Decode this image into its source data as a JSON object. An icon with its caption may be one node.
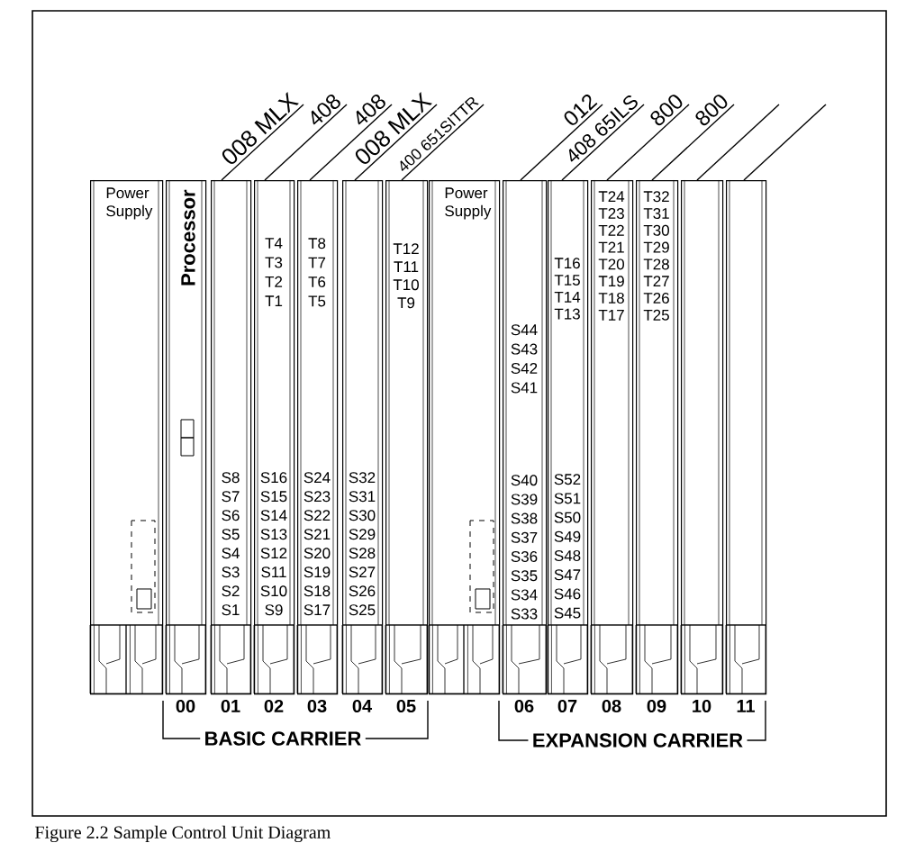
{
  "diagram": {
    "caption": "Figure 2.2 Sample Control Unit Diagram",
    "nodes": [
      {
        "text": [
          "Power Supply"
        ]
      },
      {
        "text": [
          "Processor"
        ],
        "beside": [
          "00"
        ]
      },
      {
        "text": [
          "S8 S7 S6 S5 S4 S3 S2 S1"
        ],
        "beside": [
          "01"
        ]
      },
      {
        "text": [
          "T4 T3 T2 T1",
          "S16 S15 S14 S13 S12 S11 S10 S9"
        ],
        "beside": [
          "02"
        ]
      },
      {
        "text": [
          "T8 T7 T6 T5",
          "S24 S23 S22 S21 S20 S19 S18 S17"
        ],
        "beside": [
          "03"
        ]
      },
      {
        "text": [
          "S32 S31 S30 S29 S28 S27 S26 S25"
        ],
        "beside": [
          "04"
        ]
      },
      {
        "text": [
          "T12 T11 T10 T9"
        ],
        "beside": [
          "05"
        ]
      },
      {
        "text": [
          "Power Supply"
        ]
      },
      {
        "text": [
          "S44 S43 S42 S41",
          "S40 S39 S38 S37 S36 S35 S34 S33"
        ],
        "beside": [
          "06"
        ]
      },
      {
        "text": [
          "T16 T15 T14 T13",
          "S52 S51 S50 S49 S48 S47 S46 S45"
        ],
        "beside": [
          "07"
        ]
      },
      {
        "text": [
          "T24 T23 T22 T21 T20 T19 T18 T17"
        ],
        "beside": [
          "08"
        ]
      },
      {
        "text": [
          "T32 T31 T30 T29 T28 T27 T26 T25"
        ],
        "beside": [
          "09"
        ]
      },
      {
        "text": [],
        "shape": "box",
        "beside": [
          "10"
        ]
      },
      {
        "text": [],
        "shape": "box",
        "beside": [
          "11"
        ]
      },
      {
        "text": [
          "008 MLX"
        ]
      },
      {
        "text": [
          "408"
        ]
      },
      {
        "text": [
          "408"
        ]
      },
      {
        "text": [
          "008 MLX"
        ]
      },
      {
        "text": [
          "400 651SITTR"
        ]
      },
      {
        "text": [
          "012"
        ]
      },
      {
        "text": [
          "408 65ILS"
        ]
      },
      {
        "text": [
          "800"
        ]
      },
      {
        "text": [
          "800"
        ]
      }
    ],
    "edges": [
      {
        "from": 14,
        "to": 2,
        "arrow": "none"
      },
      {
        "from": 15,
        "to": 3,
        "arrow": "none"
      },
      {
        "from": 16,
        "to": 4,
        "arrow": "none"
      },
      {
        "from": 17,
        "to": 5,
        "arrow": "none"
      },
      {
        "from": 18,
        "to": 6,
        "arrow": "none"
      },
      {
        "from": 19,
        "to": 8,
        "arrow": "none"
      },
      {
        "from": 20,
        "to": 9,
        "arrow": "none"
      },
      {
        "from": 21,
        "to": 10,
        "arrow": "none"
      },
      {
        "from": 22,
        "to": 11,
        "arrow": "none"
      },
      {
        "from": null,
        "to": 12,
        "arrow": "none"
      },
      {
        "from": null,
        "to": 13,
        "arrow": "none"
      }
    ],
    "labels": [
      "BASIC CARRIER",
      "EXPANSION CARRIER"
    ]
  }
}
